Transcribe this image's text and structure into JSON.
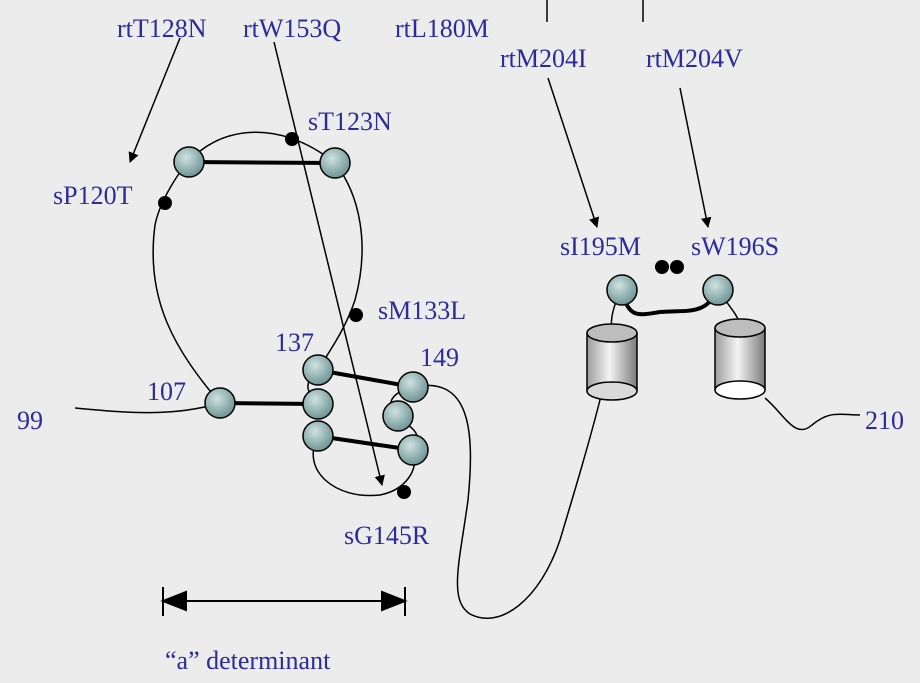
{
  "labels": {
    "rtT128N": "rtT128N",
    "rtW153Q": "rtW153Q",
    "rtL180M": "rtL180M",
    "rtM204I": "rtM204I",
    "rtM204V": "rtM204V",
    "sT123N": "sT123N",
    "sP120T": "sP120T",
    "sM133L": "sM133L",
    "sG145R": "sG145R",
    "sI195M": "sI195M",
    "sW196S": "sW196S",
    "pos99": "99",
    "pos107": "107",
    "pos137": "137",
    "pos149": "149",
    "pos210": "210",
    "a_determinant": "“a” determinant"
  },
  "colors": {
    "background": "#ececec",
    "label_text": "#2b2b9a",
    "line": "#000000",
    "bead_fill": "#8fb3b3"
  }
}
